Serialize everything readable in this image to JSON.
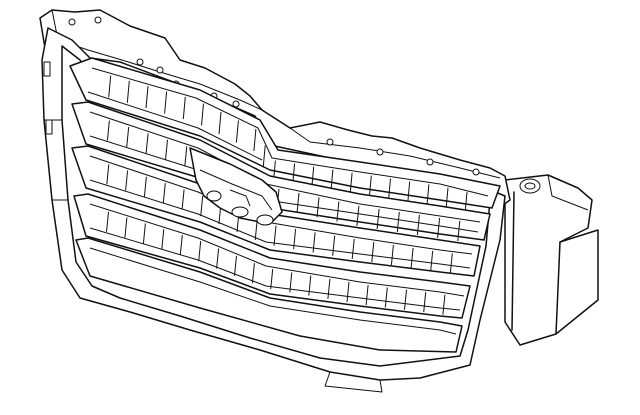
{
  "diagram": {
    "subject": "grille-assembly",
    "line_color": "#111111",
    "background": "#ffffff",
    "bars": [
      {
        "name": "bar-1",
        "slats": 22
      },
      {
        "name": "bar-2",
        "slats": 20
      },
      {
        "name": "bar-3",
        "slats": 20
      },
      {
        "name": "bar-4",
        "slats": 20
      }
    ]
  }
}
